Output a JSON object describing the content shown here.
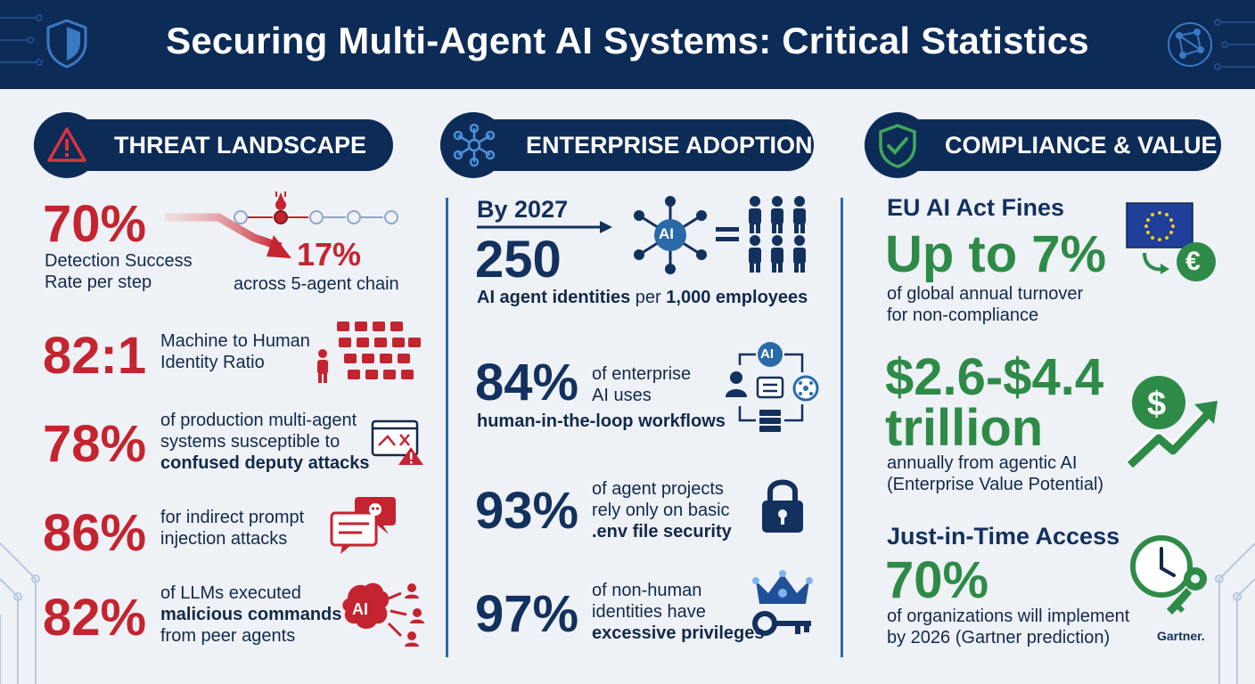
{
  "title": "Securing Multi-Agent AI Systems: Critical Statistics",
  "colors": {
    "navy": "#0d2b57",
    "red": "#c4242f",
    "green": "#2e8b47",
    "blue": "#2a6aa8"
  },
  "sections": {
    "threat": {
      "heading": "THREAT LANDSCAPE",
      "icon": "warning-triangle-icon",
      "stats": [
        {
          "value": "70%",
          "line1": "Detection Success",
          "line2a": "Rate",
          "line2b": " per step",
          "value2": "17%",
          "label2": "across 5-agent chain"
        },
        {
          "value": "82:1",
          "line1": "Machine to Human",
          "line2": "Identity Ratio"
        },
        {
          "value": "78%",
          "line1": "of production multi-agent",
          "line2": "systems susceptible to",
          "line3": "confused deputy attacks"
        },
        {
          "value": "86%",
          "line1": "for indirect prompt",
          "line2": "injection attacks"
        },
        {
          "value": "82%",
          "line1": "of LLMs executed",
          "line2": "malicious commands",
          "line3": "from peer agents"
        }
      ]
    },
    "adoption": {
      "heading": "ENTERPRISE ADOPTION",
      "icon": "network-nodes-icon",
      "stats": [
        {
          "prefix": "By 2027",
          "value": "250",
          "line1a": "AI agent identities",
          "line1b": " per ",
          "line1c": "1,000 employees",
          "badge": "AI"
        },
        {
          "value": "84%",
          "line1": "of enterprise",
          "line2": "AI uses",
          "line3": "human-in-the-loop workflows",
          "badge": "AI"
        },
        {
          "value": "93%",
          "line1": "of agent projects",
          "line2": "rely only on basic",
          "line3": ".env file security"
        },
        {
          "value": "97%",
          "line1": "of non-human",
          "line2": "identities have",
          "line3": "excessive privileges"
        }
      ]
    },
    "compliance": {
      "heading": "COMPLIANCE & VALUE",
      "icon": "shield-check-icon",
      "stats": [
        {
          "prefix": "EU AI Act Fines",
          "value": "Up to 7%",
          "line1": "of global annual turnover",
          "line2": "for non-compliance",
          "symbol": "€"
        },
        {
          "value": "$2.6-$4.4",
          "value2": "trillion",
          "line1": "annually from agentic AI",
          "line2": "(Enterprise Value Potential)",
          "symbol": "$"
        },
        {
          "prefix": "Just-in-Time Access",
          "value": "70%",
          "line1": "of organizations will implement",
          "line2": "by 2026 (Gartner prediction)",
          "brand": "Gartner."
        }
      ]
    }
  }
}
